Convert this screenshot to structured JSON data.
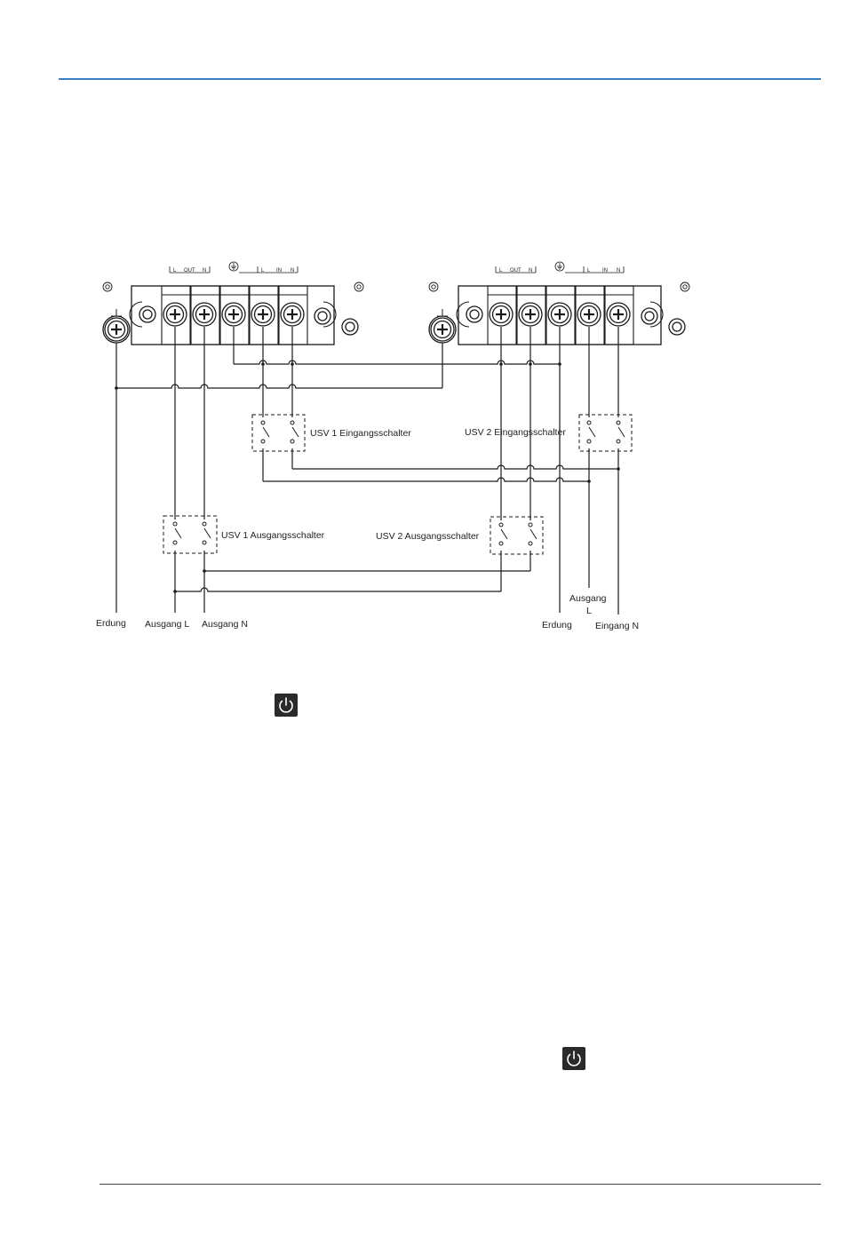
{
  "terminal_labels": {
    "out_l": "L",
    "out_title": "OUT",
    "out_n": "N",
    "in_l": "L",
    "in_title": "IN",
    "in_n": "N"
  },
  "switch_labels": {
    "ups1_input": "USV 1 Eingangsschalter",
    "ups2_input": "USV 2 Eingangsschalter",
    "ups1_output": "USV 1 Ausgangsschalter",
    "ups2_output": "USV 2 Ausgangsschalter"
  },
  "wire_labels": {
    "left_ground": "Erdung",
    "left_out_l": "Ausgang L",
    "left_out_n": "Ausgang N",
    "right_ground": "Erdung",
    "right_out_l_1": "Ausgang",
    "right_out_l_2": "L",
    "right_in_n": "Eingang N"
  },
  "icons": {
    "power": "power-icon",
    "ground": "ground-icon",
    "screw": "screw-terminal-icon"
  },
  "colors": {
    "accent_rule": "#3a7fc4",
    "line": "#1a1a1a",
    "power_button": "#2a2a2a"
  }
}
